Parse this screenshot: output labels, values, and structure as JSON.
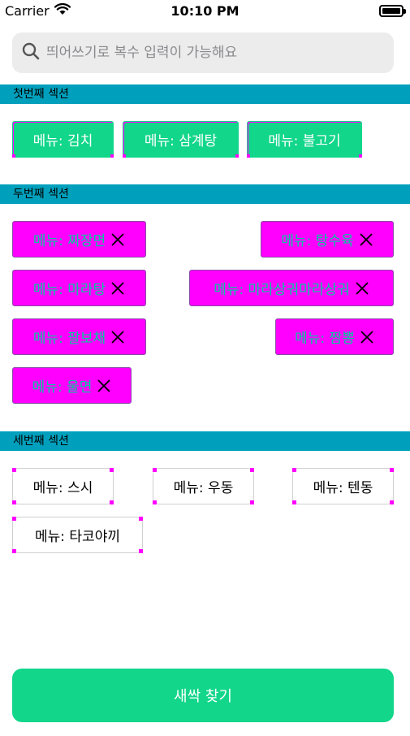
{
  "status_bar": {
    "carrier": "Carrier",
    "time": "10:10 PM"
  },
  "search": {
    "placeholder": "띄어쓰기로 복수 입력이 가능해요",
    "value": ""
  },
  "sections": [
    {
      "title": "첫번째 섹션",
      "style": "green",
      "items": [
        {
          "label": "메뉴: 김치"
        },
        {
          "label": "메뉴: 삼계탕"
        },
        {
          "label": "메뉴: 불고기"
        }
      ]
    },
    {
      "title": "두번째 섹션",
      "style": "magenta-removable",
      "items": [
        {
          "label": "메뉴: 짜장면"
        },
        {
          "label": "메뉴: 탕수육"
        },
        {
          "label": "메뉴: 마라탕"
        },
        {
          "label": "메뉴: 마라상궈마라상궈"
        },
        {
          "label": "메뉴: 팔보채"
        },
        {
          "label": "메뉴: 짬뽕"
        },
        {
          "label": "메뉴: 울면"
        }
      ]
    },
    {
      "title": "세번째 섹션",
      "style": "white",
      "items": [
        {
          "label": "메뉴: 스시"
        },
        {
          "label": "메뉴: 우동"
        },
        {
          "label": "메뉴: 텐동"
        },
        {
          "label": "메뉴: 타코야끼"
        }
      ]
    }
  ],
  "submit": {
    "label": "새싹 찾기"
  },
  "icons": {
    "search": "search-icon",
    "wifi": "wifi-icon",
    "battery": "battery-icon",
    "remove": "close-icon"
  },
  "colors": {
    "section_header": "#00a0bd",
    "chip_green": "#12d68a",
    "chip_magenta": "#ff00ff",
    "chip_magenta_text": "#00c8a0",
    "submit": "#12d68a",
    "search_background": "#ececec"
  }
}
